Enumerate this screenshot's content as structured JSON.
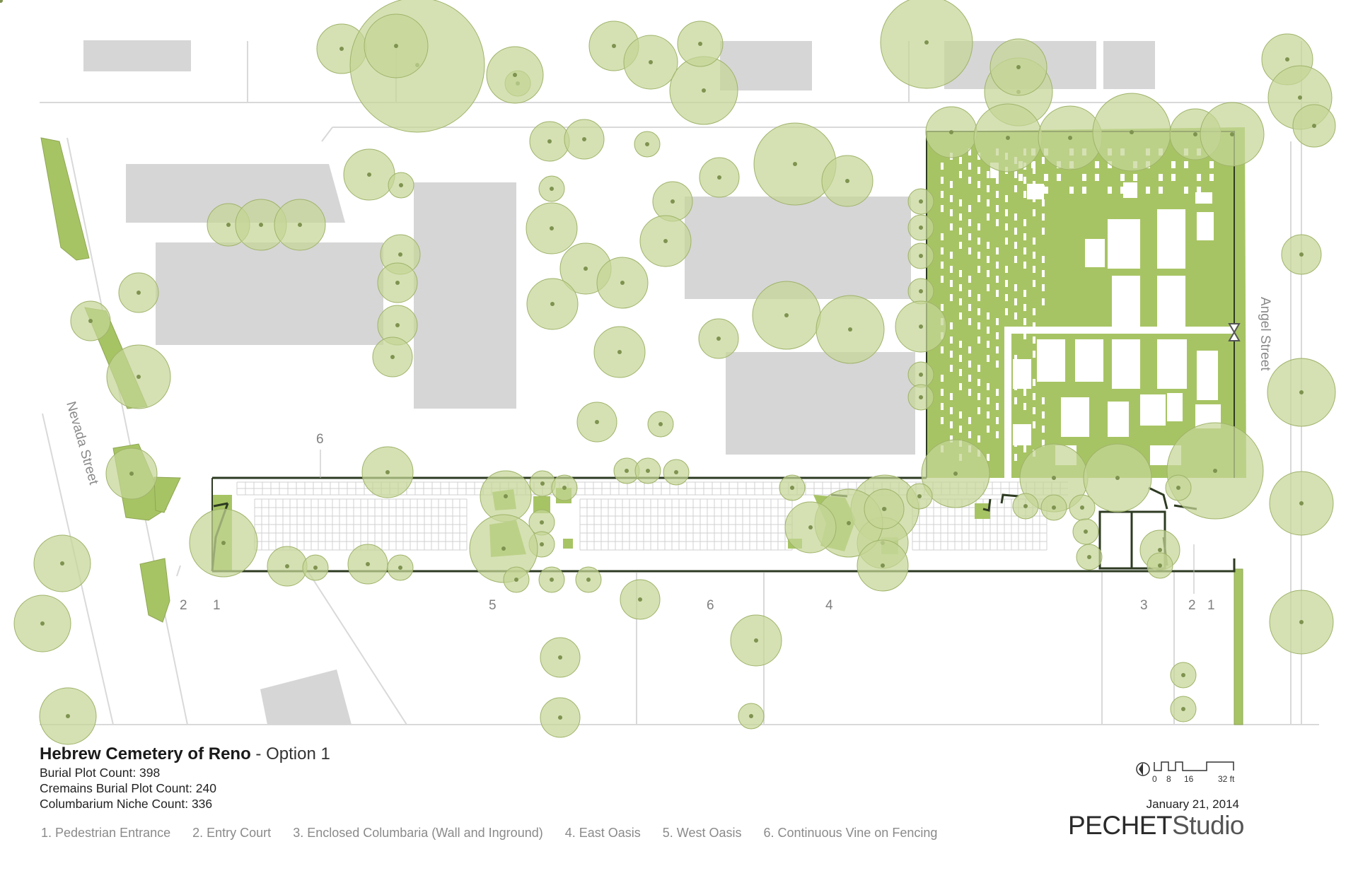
{
  "title": {
    "name": "Hebrew Cemetery of Reno",
    "option": " - Option 1"
  },
  "counts": [
    "Burial Plot Count: 398",
    "Cremains Burial Plot Count: 240",
    "Columbarium Niche Count: 336"
  ],
  "legend": [
    "1. Pedestrian Entrance",
    "2. Entry Court",
    "3. Enclosed Columbaria (Wall and Inground)",
    "4. East Oasis",
    "5. West Oasis",
    "6. Continuous Vine on Fencing"
  ],
  "streets": {
    "left": "Nevada Street",
    "right": "Angel Street"
  },
  "callouts": [
    "2",
    "1",
    "5",
    "6",
    "4",
    "3",
    "2",
    "1",
    "6"
  ],
  "scale": {
    "ticks": [
      "0",
      "8",
      "16",
      "32 ft"
    ]
  },
  "date": "January 21, 2014",
  "brand": {
    "part1": "PECHET",
    "part2": "Studio"
  },
  "colors": {
    "tree_fill": "#c5d595",
    "tree_stroke": "#9fb36a",
    "lawn": "#a7c464",
    "building": "#d6d6d6",
    "road_line": "#d9d9d9",
    "plot_outline": "#2e3b22"
  }
}
